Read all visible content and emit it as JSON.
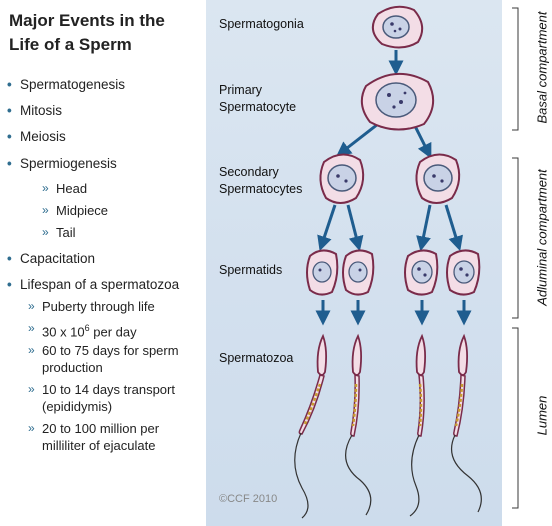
{
  "title": {
    "line1": "Major Events in the",
    "line2": "Life of a Sperm"
  },
  "events": [
    {
      "label": "Spermatogenesis"
    },
    {
      "label": "Mitosis"
    },
    {
      "label": "Meiosis"
    },
    {
      "label": "Spermiogenesis",
      "subitems": [
        "Head",
        "Midpiece",
        "Tail"
      ]
    },
    {
      "label": "Capacitation"
    },
    {
      "label": "Lifespan of a spermatozoa"
    }
  ],
  "lifespan": [
    {
      "lines": [
        "Puberty through life"
      ]
    },
    {
      "lines": [
        "30 x 10",
        "6",
        " per day"
      ]
    },
    {
      "lines": [
        "60 to 75 days for sperm",
        "production"
      ]
    },
    {
      "lines": [
        "10 to 14 days transport",
        "(epididymis)"
      ]
    },
    {
      "lines": [
        "20 to 100 million per",
        "milliliter of ejaculate"
      ]
    }
  ],
  "stages": {
    "spermatogonia": "Spermatogonia",
    "primary_1": "Primary",
    "primary_2": "Spermatocyte",
    "secondary_1": "Secondary",
    "secondary_2": "Spermatocytes",
    "spermatids": "Spermatids",
    "spermatozoa": "Spermatozoa"
  },
  "regions": {
    "basal": "Basal compartment",
    "adluminal": "Adluminal compartment",
    "lumen": "Lumen"
  },
  "copyright": "©CCF 2010",
  "colors": {
    "panel": "#d6e2ef",
    "cell_fill": "#f3dde6",
    "cell_border": "#7a2b4a",
    "nucleus": "#c9d2e6",
    "arrow": "#1f5d8f",
    "bullet": "#2f6d8f"
  }
}
